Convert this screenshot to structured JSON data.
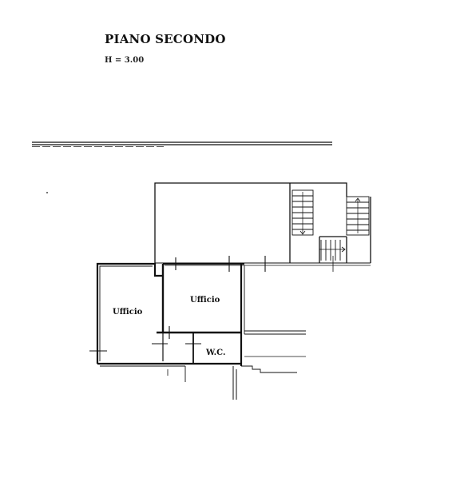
{
  "header": {
    "title": "PIANO SECONDO",
    "height_label": "H = 3.00"
  },
  "rooms": {
    "office_left": "Ufficio",
    "office_right": "Ufficio",
    "wc": "W.C."
  },
  "colors": {
    "ink": "#111111",
    "background": "#ffffff"
  }
}
